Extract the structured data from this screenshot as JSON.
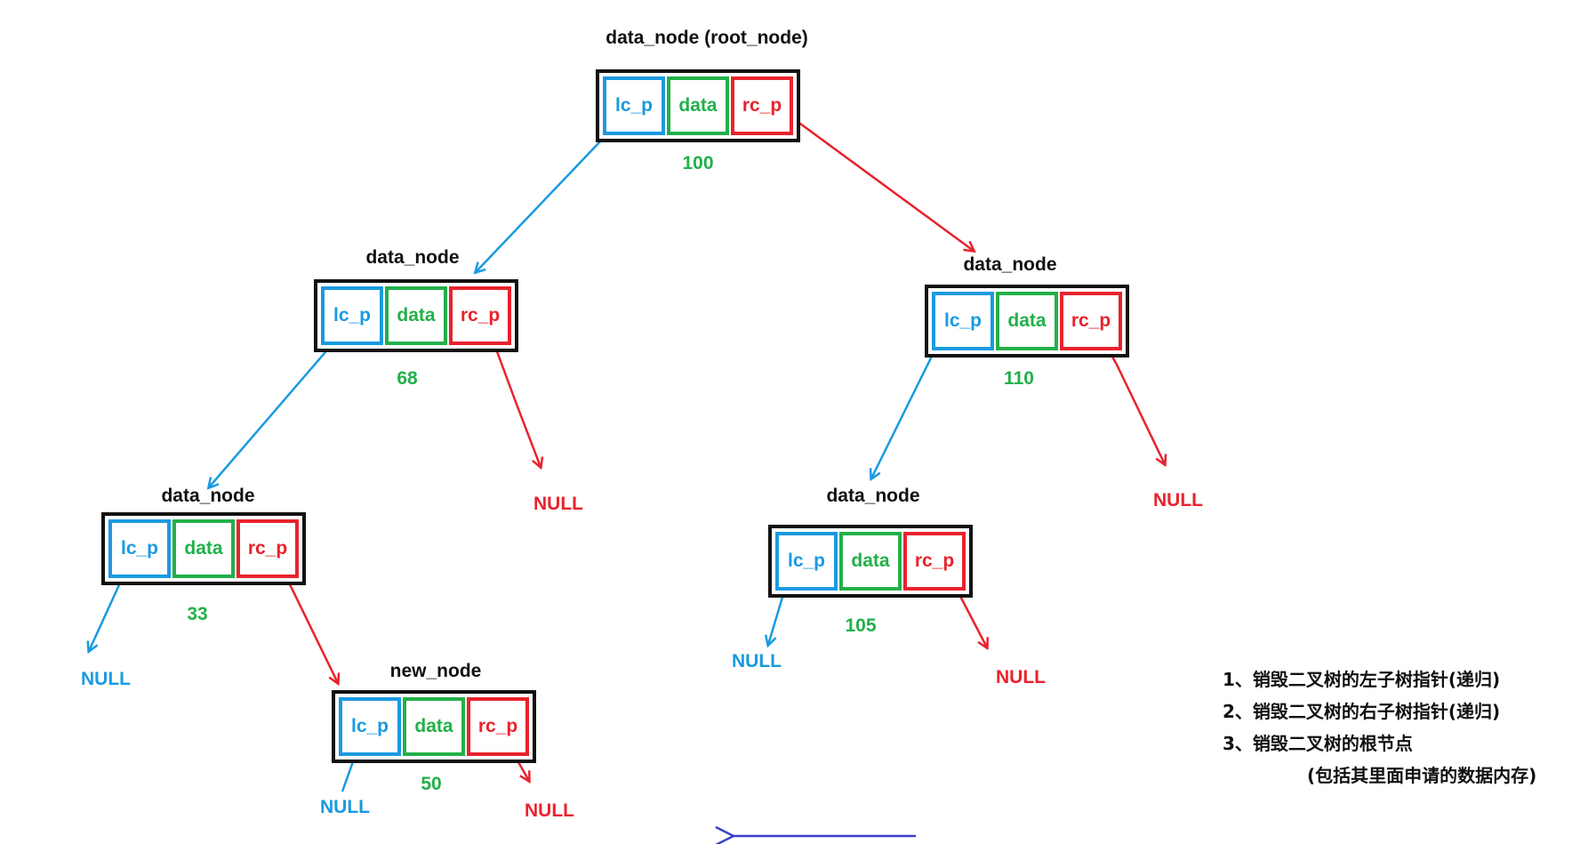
{
  "colors": {
    "left_pointer": "#1a9ae0",
    "data": "#22b04a",
    "right_pointer": "#e8232d",
    "border": "#111111",
    "bottom_arrow": "#3b3fc9"
  },
  "fields": {
    "lc": "lc_p",
    "data": "data",
    "rc": "rc_p"
  },
  "nodes": {
    "root": {
      "title": "data_node (root_node)",
      "value": "100"
    },
    "n68": {
      "title": "data_node",
      "value": "68"
    },
    "n110": {
      "title": "data_node",
      "value": "110"
    },
    "n33": {
      "title": "data_node",
      "value": "33"
    },
    "n105": {
      "title": "data_node",
      "value": "105"
    },
    "n50": {
      "title": "new_node",
      "value": "50"
    }
  },
  "null_label": "NULL",
  "steps": [
    "1、销毁二叉树的左子树指针(递归)",
    "2、销毁二叉树的右子树指针(递归)",
    "3、销毁二叉树的根节点",
    "(包括其里面申请的数据内存)"
  ]
}
